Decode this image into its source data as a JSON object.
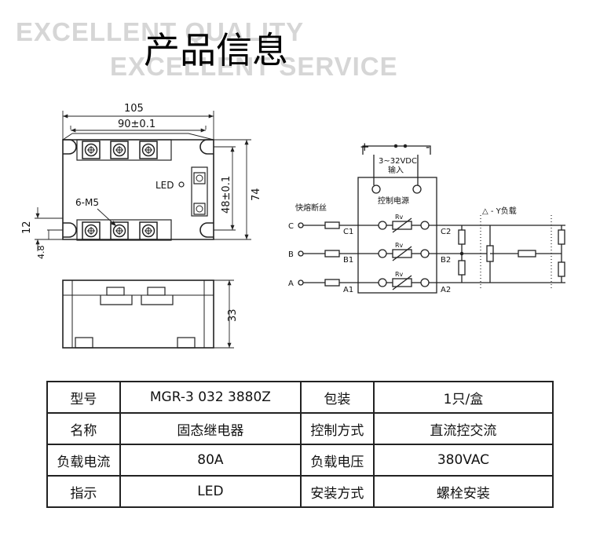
{
  "watermark": {
    "line1": "EXCELLENT QUALITY",
    "line2": "EXCELLENT SERVICE"
  },
  "title": "产品信息",
  "drawing": {
    "dim_width_total": "105",
    "dim_hole_spacing": "90±0.1",
    "dim_height_total": "74",
    "dim_hole_vertical": "48±0.1",
    "dim_12": "12",
    "dim_4_8": "4.8",
    "dim_depth": "33",
    "led_label": "LED",
    "screw_label": "6-M5"
  },
  "circuit": {
    "plus": "+",
    "minus": "-",
    "input_range": "3~32VDC",
    "input_label": "输入",
    "control_power": "控制电源",
    "fuse_label": "快熔断丝",
    "load_label": "△ - Y负载",
    "rv": "Rv",
    "phase_c": "C",
    "phase_b": "B",
    "phase_a": "A",
    "in_c": "C1",
    "in_b": "B1",
    "in_a": "A1",
    "out_c": "C2",
    "out_b": "B2",
    "out_a": "A2"
  },
  "spec_table": [
    [
      "型号",
      "MGR-3 032 3880Z",
      "包装",
      "1只/盒"
    ],
    [
      "名称",
      "固态继电器",
      "控制方式",
      "直流控交流"
    ],
    [
      "负载电流",
      "80A",
      "负载电压",
      "380VAC"
    ],
    [
      "指示",
      "LED",
      "安装方式",
      "螺栓安装"
    ]
  ]
}
